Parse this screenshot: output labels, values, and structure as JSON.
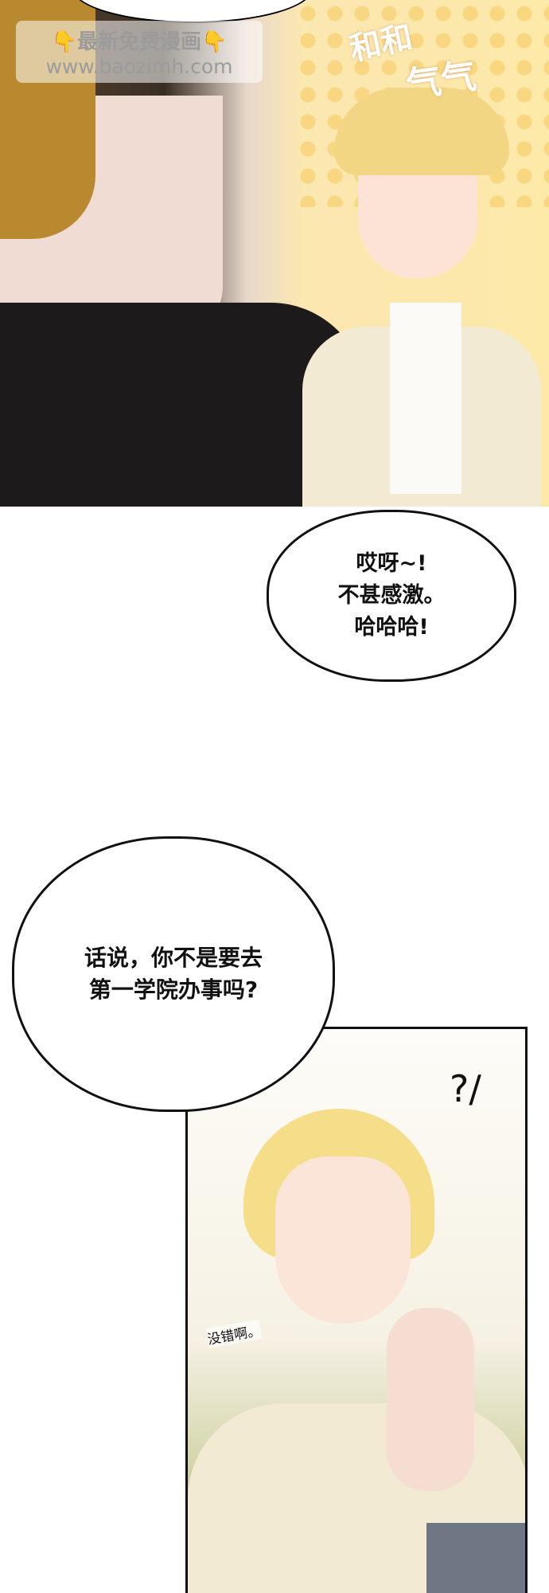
{
  "watermark": {
    "line1": "最新免费漫画",
    "line2": "www.baozimh.com",
    "icon": "pointing-down-hand-icon"
  },
  "panel1": {
    "sfx_1": "和和",
    "sfx_2": "气气"
  },
  "bubble1": {
    "lines": [
      "哎呀~!",
      "不甚感激。",
      "哈哈哈!"
    ]
  },
  "bubble2": {
    "lines": [
      "话说，你不是要去",
      "第一学院办事吗?"
    ]
  },
  "panel2": {
    "sfx_question": "?/",
    "sfx_whisper": "没错啊。"
  }
}
